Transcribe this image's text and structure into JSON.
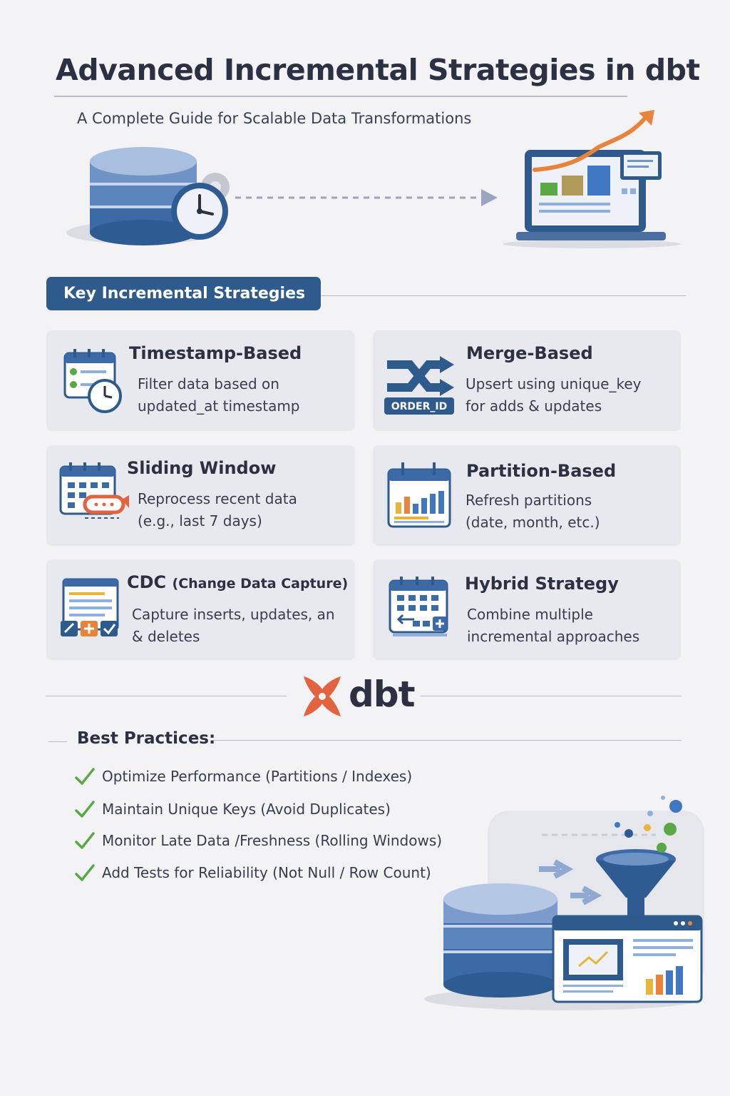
{
  "header": {
    "title": "Advanced Incremental Strategies in dbt",
    "subtitle": "A Complete Guide for Scalable Data Transformations"
  },
  "section": {
    "label": "Key Incremental Strategies"
  },
  "strategies": [
    {
      "title": "Timestamp-Based",
      "desc": "Filter data based on\nupdated_at timestamp",
      "icon": "calendar-clock-icon"
    },
    {
      "title": "Merge-Based",
      "desc": "Upsert using unique_key\nfor adds & updates",
      "icon": "merge-arrows-icon",
      "badge": "ORDER_ID"
    },
    {
      "title": "Sliding Window",
      "desc": "Reprocess recent data\n(e.g., last 7 days)",
      "icon": "calendar-window-icon"
    },
    {
      "title": "Partition-Based",
      "desc": "Refresh partitions\n(date, month, etc.)",
      "icon": "calendar-bars-icon"
    },
    {
      "title": "CDC",
      "title_suffix": "(Change Data Capture)",
      "desc": "Capture inserts, updates, an\n& deletes",
      "icon": "cdc-window-icon"
    },
    {
      "title": "Hybrid Strategy",
      "desc": "Combine multiple\nincremental approaches",
      "icon": "calendar-hybrid-icon"
    }
  ],
  "brand": {
    "name": "dbt",
    "accent": "#e2633f"
  },
  "best_practices": {
    "title": "Best Practices:",
    "items": [
      "Optimize Performance (Partitions / Indexes)",
      "Maintain Unique Keys (Avoid Duplicates)",
      "Monitor Late Data /Freshness (Rolling Windows)",
      "Add Tests for Reliability (Not Null / Row Count)"
    ]
  },
  "colors": {
    "primary": "#2f5b8c",
    "card_bg": "#e8e9ee",
    "check": "#5aa845",
    "orange": "#e7833a"
  }
}
